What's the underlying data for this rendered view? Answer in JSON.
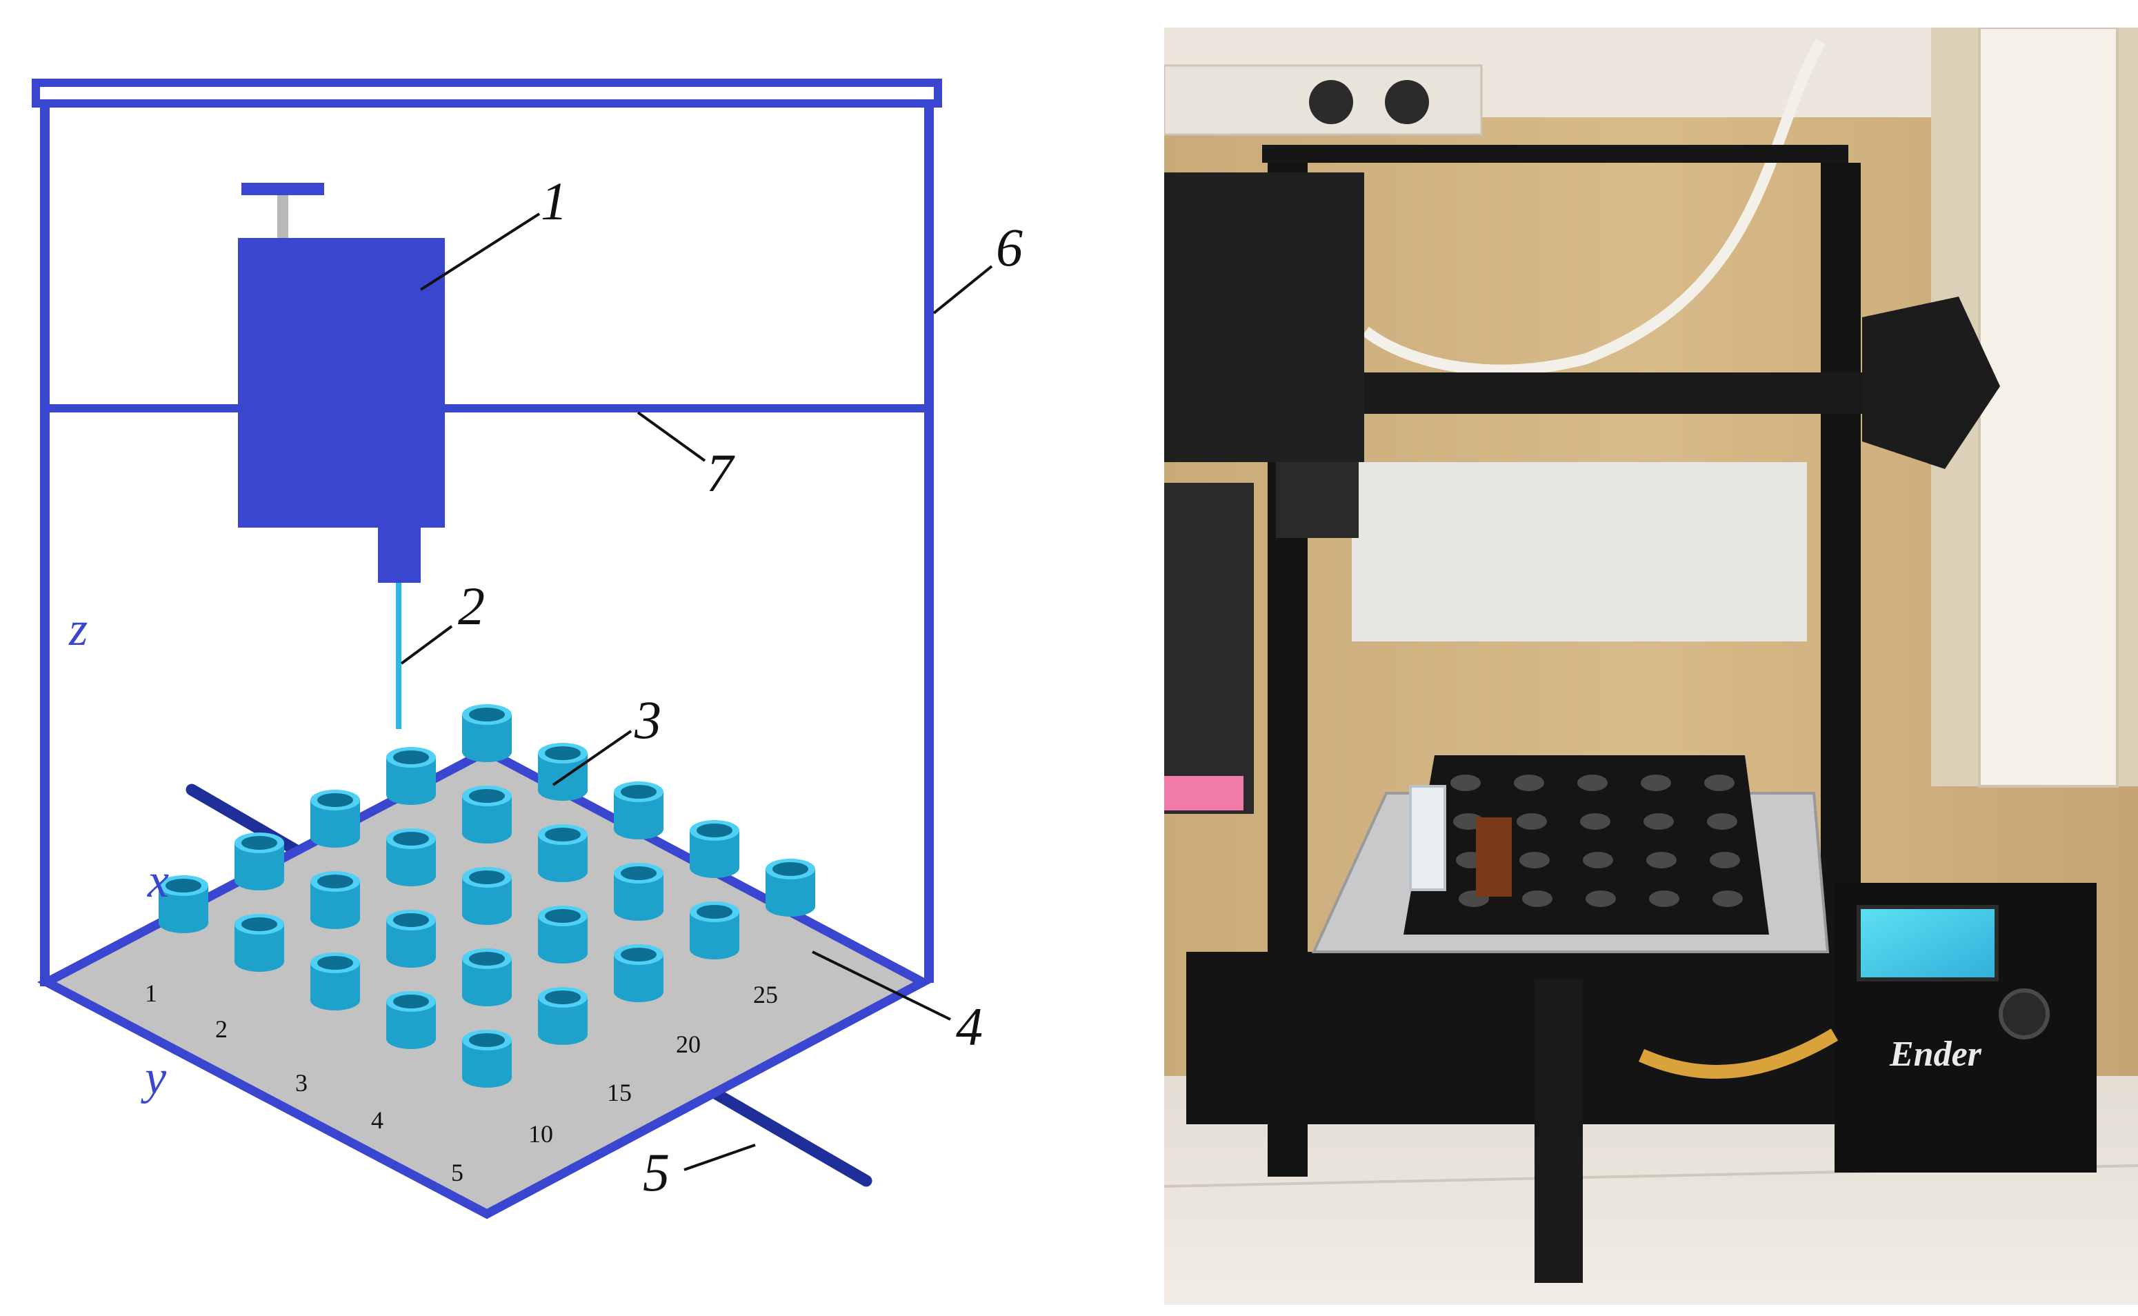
{
  "colors": {
    "frame": "#3a45d0",
    "nozzle": "#2fb6e6",
    "vial_side": "#1ea2cc",
    "vial_top": "#4fd0f4",
    "vial_hole": "#0d6f93",
    "plate": "#c2c2c2",
    "rail": "#1f2f9a",
    "ink": "#111111"
  },
  "diagram": {
    "callouts": {
      "syringe": "1",
      "needle": "2",
      "plate": "3",
      "vial": "4",
      "rail": "5",
      "frame": "6",
      "crossbar": "7"
    },
    "axes": {
      "x": "x",
      "y": "y",
      "z": "z"
    },
    "vial_labels": [
      "1",
      "2",
      "3",
      "4",
      "5",
      "10",
      "15",
      "20",
      "25"
    ]
  },
  "photo": {
    "brand": "Ender"
  }
}
